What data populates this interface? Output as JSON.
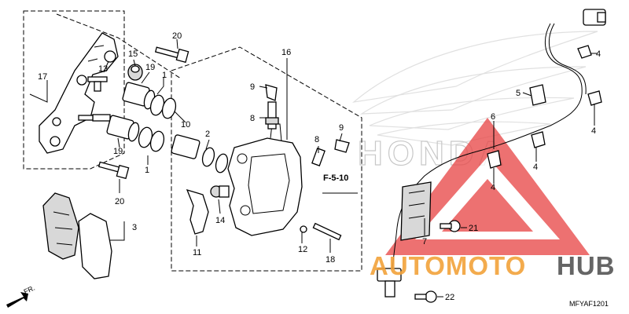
{
  "diagram": {
    "callouts": {
      "c1a": "1",
      "c1b": "1",
      "c2": "2",
      "c3": "3",
      "c4a": "4",
      "c4b": "4",
      "c4c": "4",
      "c4d": "4",
      "c5": "5",
      "c6": "6",
      "c7": "7",
      "c8a": "8",
      "c8b": "8",
      "c9a": "9",
      "c9b": "9",
      "c10": "10",
      "c11": "11",
      "c12": "12",
      "c13": "13",
      "c14": "14",
      "c15": "15",
      "c16": "16",
      "c17": "17",
      "c18": "18",
      "c19a": "19",
      "c19b": "19",
      "c20a": "20",
      "c20b": "20",
      "c21": "21",
      "c22": "22"
    },
    "reference": "F-5-10",
    "front_marker": "FR.",
    "diagram_code": "MFYAF1201"
  },
  "watermark": {
    "brand_auto": "AUTOMOTO",
    "brand_hub": "HUB",
    "honda": "HONDA",
    "colors": {
      "triangle": "#e84a4a",
      "auto": "#f2a23a",
      "hub": "#555555",
      "honda": "#c8c8c8"
    }
  }
}
